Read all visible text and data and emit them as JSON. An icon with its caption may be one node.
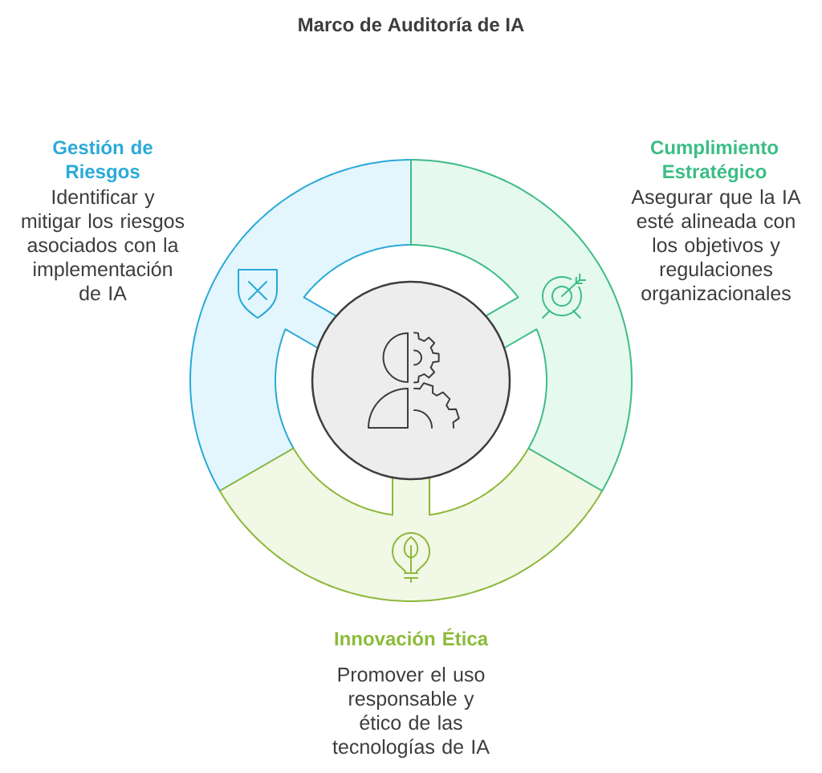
{
  "diagram": {
    "title": "Marco de Auditoría de IA",
    "nodes": [
      {
        "text": [
          "Gestión de Riesgos",
          "Identificar y mitigar los riesgos asociados con la implementación de IA"
        ]
      },
      {
        "text": [
          "Cumplimiento Estratégico",
          "Asegurar que la IA esté alineada con los objetivos y regulaciones organizacionales"
        ]
      },
      {
        "text": [],
        "shape": "circle"
      },
      {
        "text": [
          "Innovación Ética",
          "Promover el uso responsable y ético de las tecnologías de IA"
        ]
      }
    ]
  }
}
